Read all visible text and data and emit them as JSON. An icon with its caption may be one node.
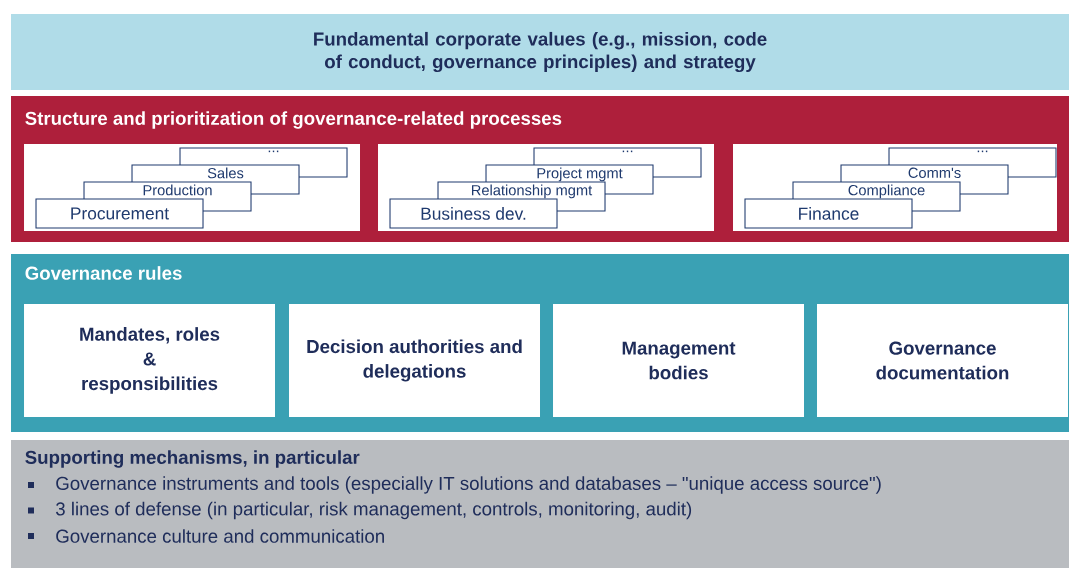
{
  "diagram": {
    "nodes": [
      {
        "text": [
          "Fundamental corporate values (e.g., mission,  code of conduct, governance principles) and strategy"
        ]
      },
      {
        "text": [
          "Structure and prioritization of governance-related processes"
        ]
      },
      {
        "text": [],
        "shape": "box",
        "in": 1
      },
      {
        "text": [],
        "shape": "box",
        "in": 1
      },
      {
        "text": [],
        "shape": "box",
        "in": 1
      },
      {
        "text": [
          "Procurement"
        ],
        "in": 2
      },
      {
        "text": [
          "Production"
        ],
        "in": 2
      },
      {
        "text": [
          "Sales"
        ],
        "in": 2
      },
      {
        "text": [
          "..."
        ],
        "in": 2
      },
      {
        "text": [
          "Business dev."
        ],
        "in": 3
      },
      {
        "text": [
          "Relationship mgmt"
        ],
        "in": 3
      },
      {
        "text": [
          "Project mgmt"
        ],
        "in": 3
      },
      {
        "text": [
          "..."
        ],
        "in": 3
      },
      {
        "text": [
          "Finance"
        ],
        "in": 4
      },
      {
        "text": [
          "Compliance"
        ],
        "in": 4
      },
      {
        "text": [
          "Comm's"
        ],
        "in": 4
      },
      {
        "text": [
          "..."
        ],
        "in": 4
      },
      {
        "text": [
          "Governance rules"
        ]
      },
      {
        "text": [
          "Mandates, roles & responsibilities"
        ],
        "in": 17
      },
      {
        "text": [
          "Decision authorities and delegations"
        ],
        "in": 17
      },
      {
        "text": [
          "Management bodies"
        ],
        "in": 17
      },
      {
        "text": [
          "Governance documentation"
        ],
        "in": 17
      },
      {
        "text": [
          "Supporting mechanisms, in particular",
          "Governance instruments and tools (especially IT solutions and databases – \"unique access source\")",
          "3 lines of defense (in particular, risk management, controls, monitoring, audit)",
          "Governance culture and communication"
        ]
      }
    ]
  }
}
